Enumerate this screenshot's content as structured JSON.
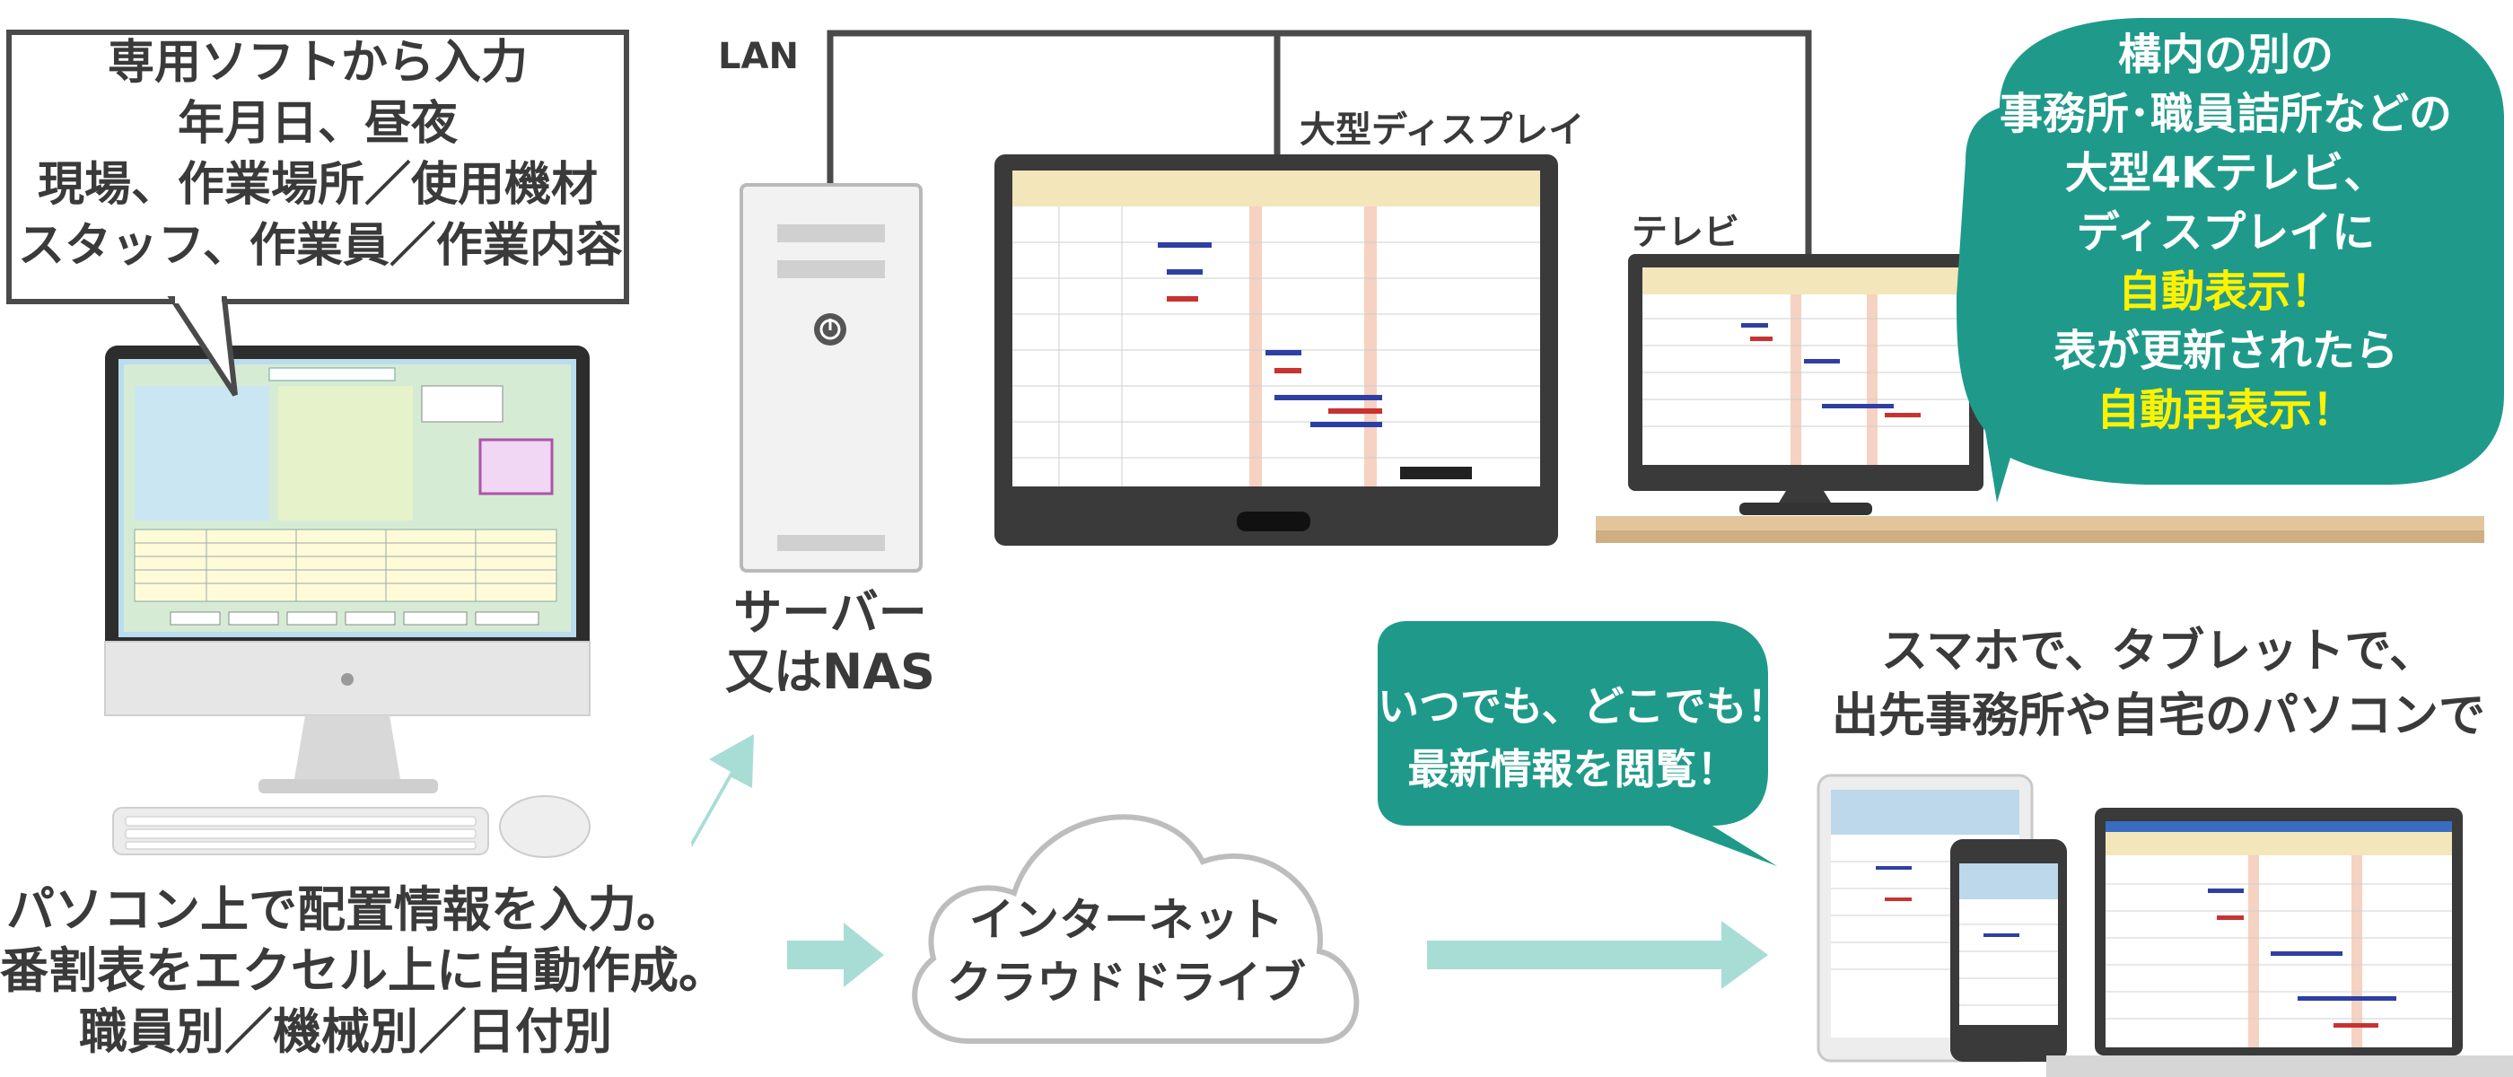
{
  "lan_label": "LAN",
  "large_display_label": "大型ディスプレイ",
  "tv_label": "テレビ",
  "input_callout": {
    "lines": [
      "専用ソフトから入力",
      "年月日、昼夜",
      "現場、作業場所／使用機材",
      "スタッフ、作業員／作業内容"
    ]
  },
  "server_label": {
    "lines": [
      "サーバー",
      "又はNAS"
    ]
  },
  "pc_caption": {
    "lines": [
      "パソコン上で配置情報を入力。",
      "番割表をエクセル上に自動作成。",
      "職員別／機械別／日付別"
    ]
  },
  "cloud_label": {
    "lines": [
      "インターネット",
      "クラウドドライブ"
    ]
  },
  "display_bubble": {
    "lines": [
      {
        "text": "構内の別の",
        "highlight": false
      },
      {
        "text": "事務所･職員詰所などの",
        "highlight": false
      },
      {
        "text": "大型4Kテレビ、",
        "highlight": false
      },
      {
        "text": "ディスプレイに",
        "highlight": false
      },
      {
        "text": "自動表示！",
        "highlight": true
      },
      {
        "text": "表が更新されたら",
        "highlight": false
      },
      {
        "text": "自動再表示！",
        "highlight": true
      }
    ]
  },
  "anytime_bubble": {
    "lines": [
      "いつでも、どこでも！",
      "最新情報を閲覧！"
    ]
  },
  "mobile_caption": {
    "lines": [
      "スマホで、タブレットで、",
      "出先事務所や自宅のパソコンで"
    ]
  },
  "colors": {
    "teal": "#1f9a8a",
    "arrow": "#a8ddd6",
    "highlight": "#fff200",
    "screen_bg": "#b7d5ea",
    "table_wood": "#d9b88c"
  }
}
